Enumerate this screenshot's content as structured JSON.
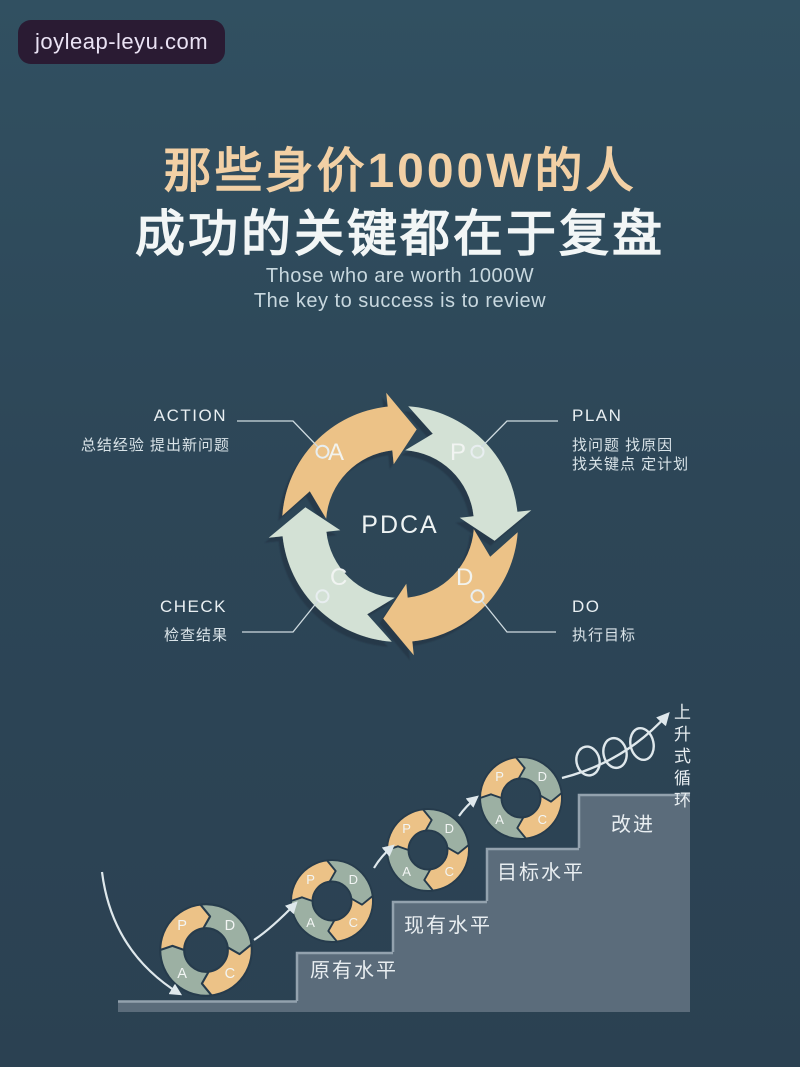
{
  "watermark": {
    "text": "joyleap-leyu.com"
  },
  "header": {
    "title_line1": "那些身价1000W的人",
    "title_line2": "成功的关键都在于复盘",
    "subtitle_line1": "Those who are worth 1000W",
    "subtitle_line2": "The key to success is to review"
  },
  "cycle": {
    "center_label": "PDCA",
    "letters": {
      "a": "A",
      "p": "P",
      "c": "C",
      "d": "D"
    },
    "nodes": {
      "action": {
        "title": "ACTION",
        "desc": "总结经验 提出新问题"
      },
      "plan": {
        "title": "PLAN",
        "desc_line1": "找问题  找原因",
        "desc_line2": "找关键点 定计划"
      },
      "check": {
        "title": "CHECK",
        "desc": "检查结果"
      },
      "do": {
        "title": "DO",
        "desc": "执行目标"
      }
    },
    "colors": {
      "tan": "#ecc287",
      "mint": "#d3e1d5"
    }
  },
  "staircase": {
    "steps": [
      {
        "label": "原有水平"
      },
      {
        "label": "现有水平"
      },
      {
        "label": "目标水平"
      },
      {
        "label": "改进"
      }
    ],
    "side_label": "上升式循环",
    "wheel_letters": {
      "p": "P",
      "d": "D",
      "c": "C",
      "a": "A"
    },
    "colors": {
      "step": "#5b6c7b",
      "step_edge": "#93a2ae",
      "wheel_tan": "#ecc287",
      "wheel_sage": "#9cb0a3"
    }
  }
}
